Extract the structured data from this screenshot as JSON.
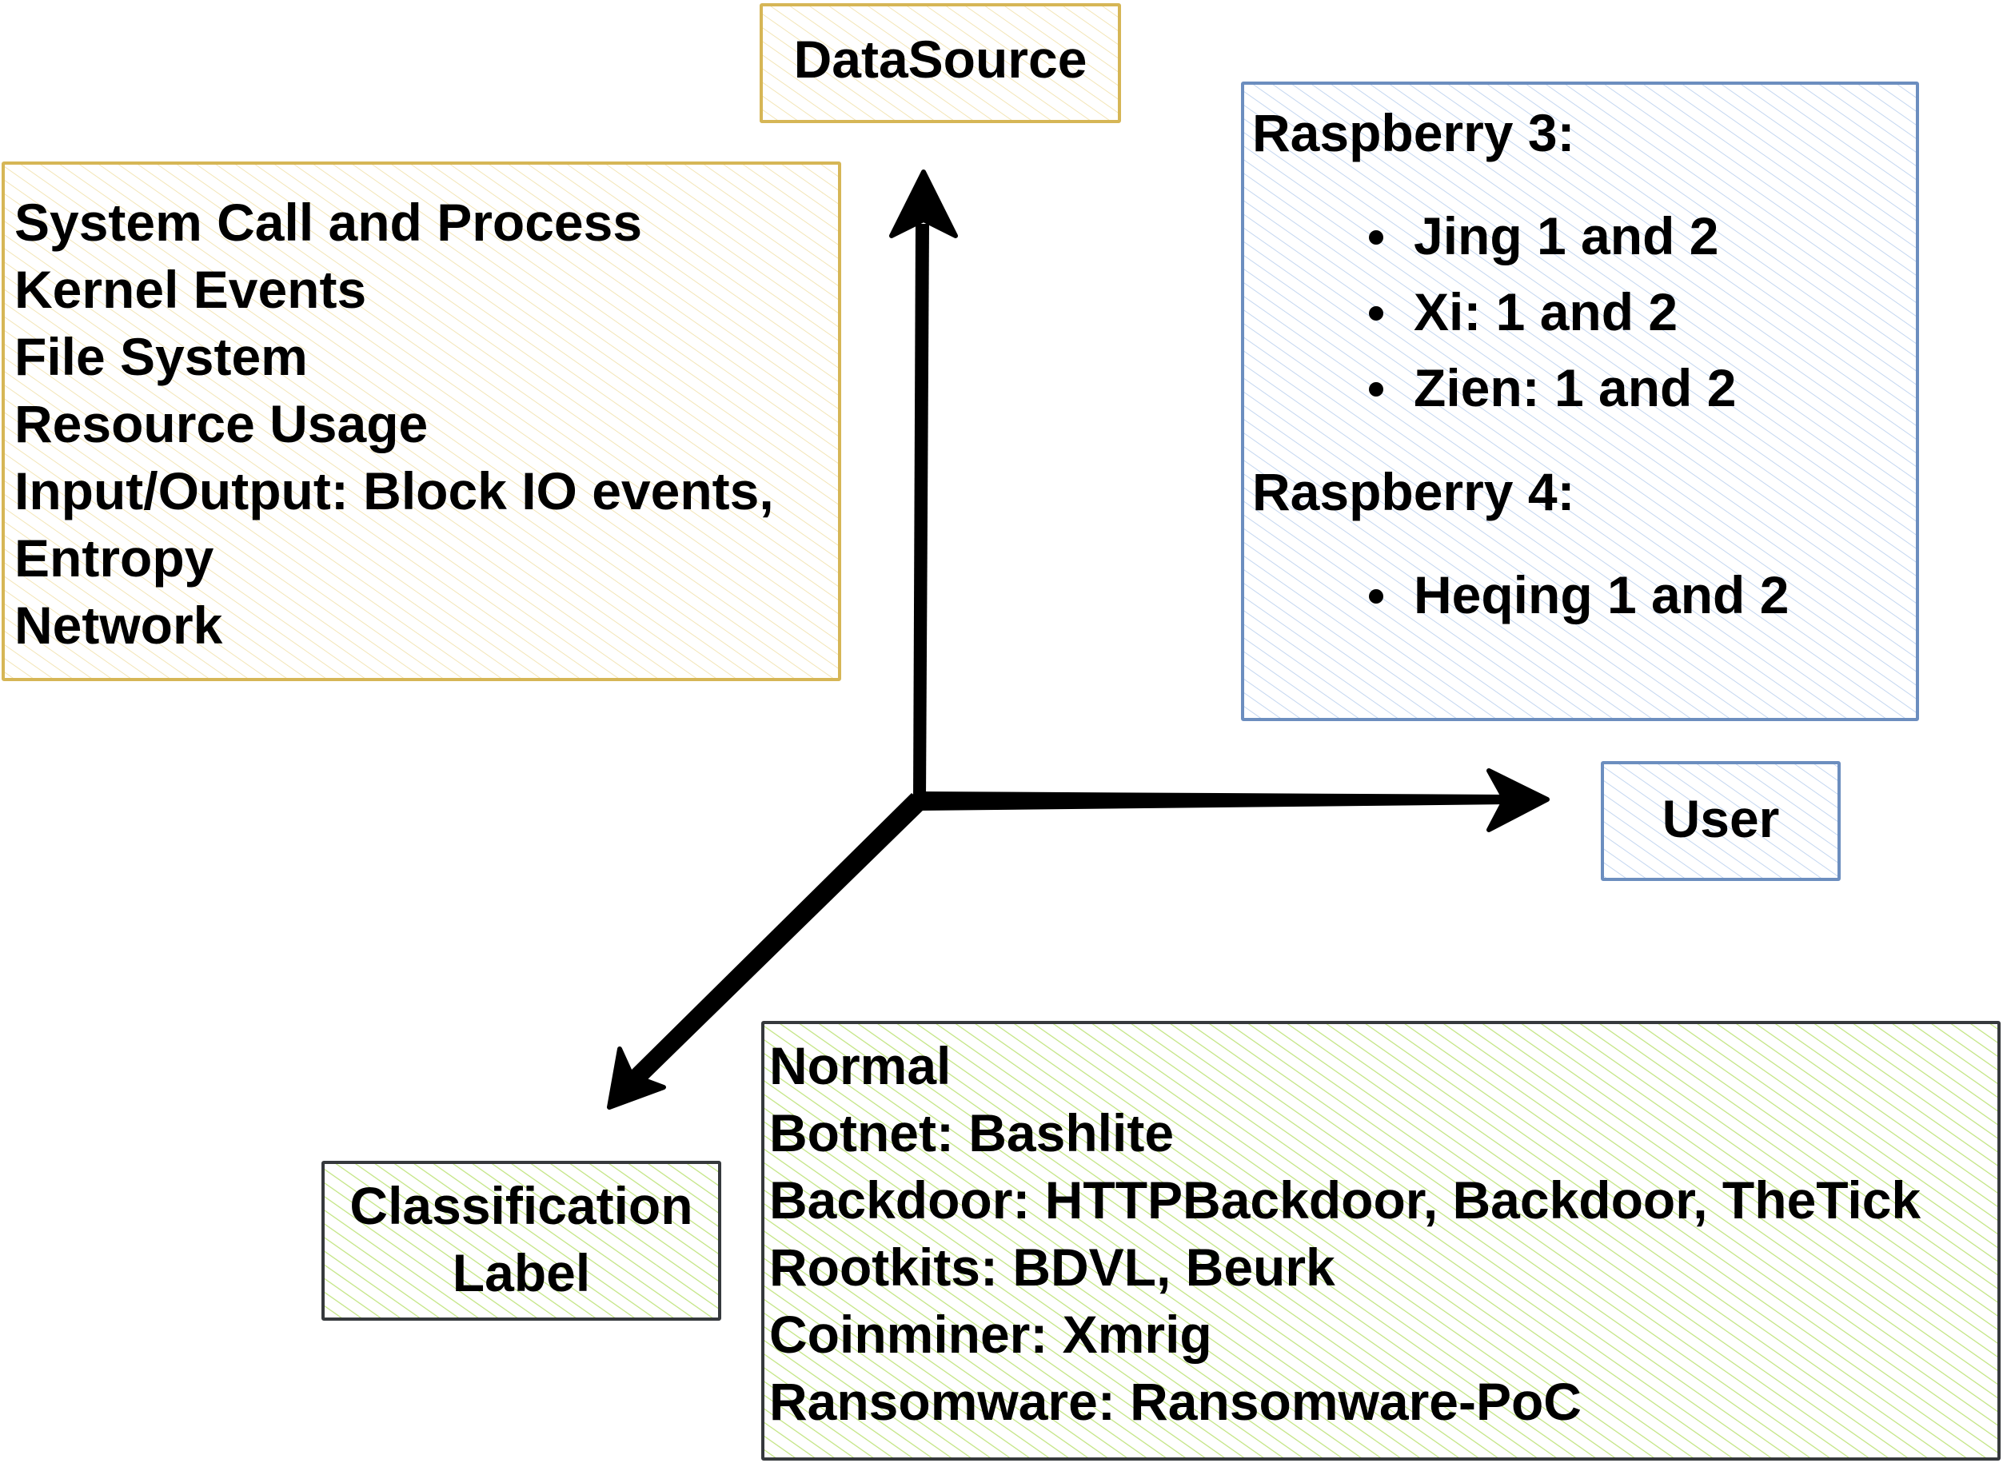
{
  "colors": {
    "datasource_stroke": "#d6b656",
    "datasource_fill": "#fff2cc",
    "user_stroke": "#6c8ebf",
    "user_fill": "#dae8fc",
    "label_stroke": "#36393d",
    "label_fill": "#cdeb8b",
    "arrow": "#000000"
  },
  "axes": {
    "datasource": "DataSource",
    "user": "User",
    "classification_label": [
      "Classification",
      "Label"
    ]
  },
  "datasource_items": [
    "System Call and Process",
    "Kernel Events",
    "File System",
    "Resource Usage",
    "Input/Output: Block IO events,",
    "Entropy",
    "Network"
  ],
  "user_groups": [
    {
      "title": "Raspberry 3:",
      "items": [
        "Jing 1 and 2",
        "Xi: 1 and 2",
        "Zien: 1 and 2"
      ]
    },
    {
      "title": "Raspberry 4:",
      "items": [
        "Heqing 1 and 2"
      ]
    }
  ],
  "label_items": [
    "Normal",
    "Botnet: Bashlite",
    "Backdoor: HTTPBackdoor, Backdoor, TheTick",
    "Rootkits: BDVL, Beurk",
    "Coinminer: Xmrig",
    "Ransomware: Ransomware-PoC"
  ]
}
